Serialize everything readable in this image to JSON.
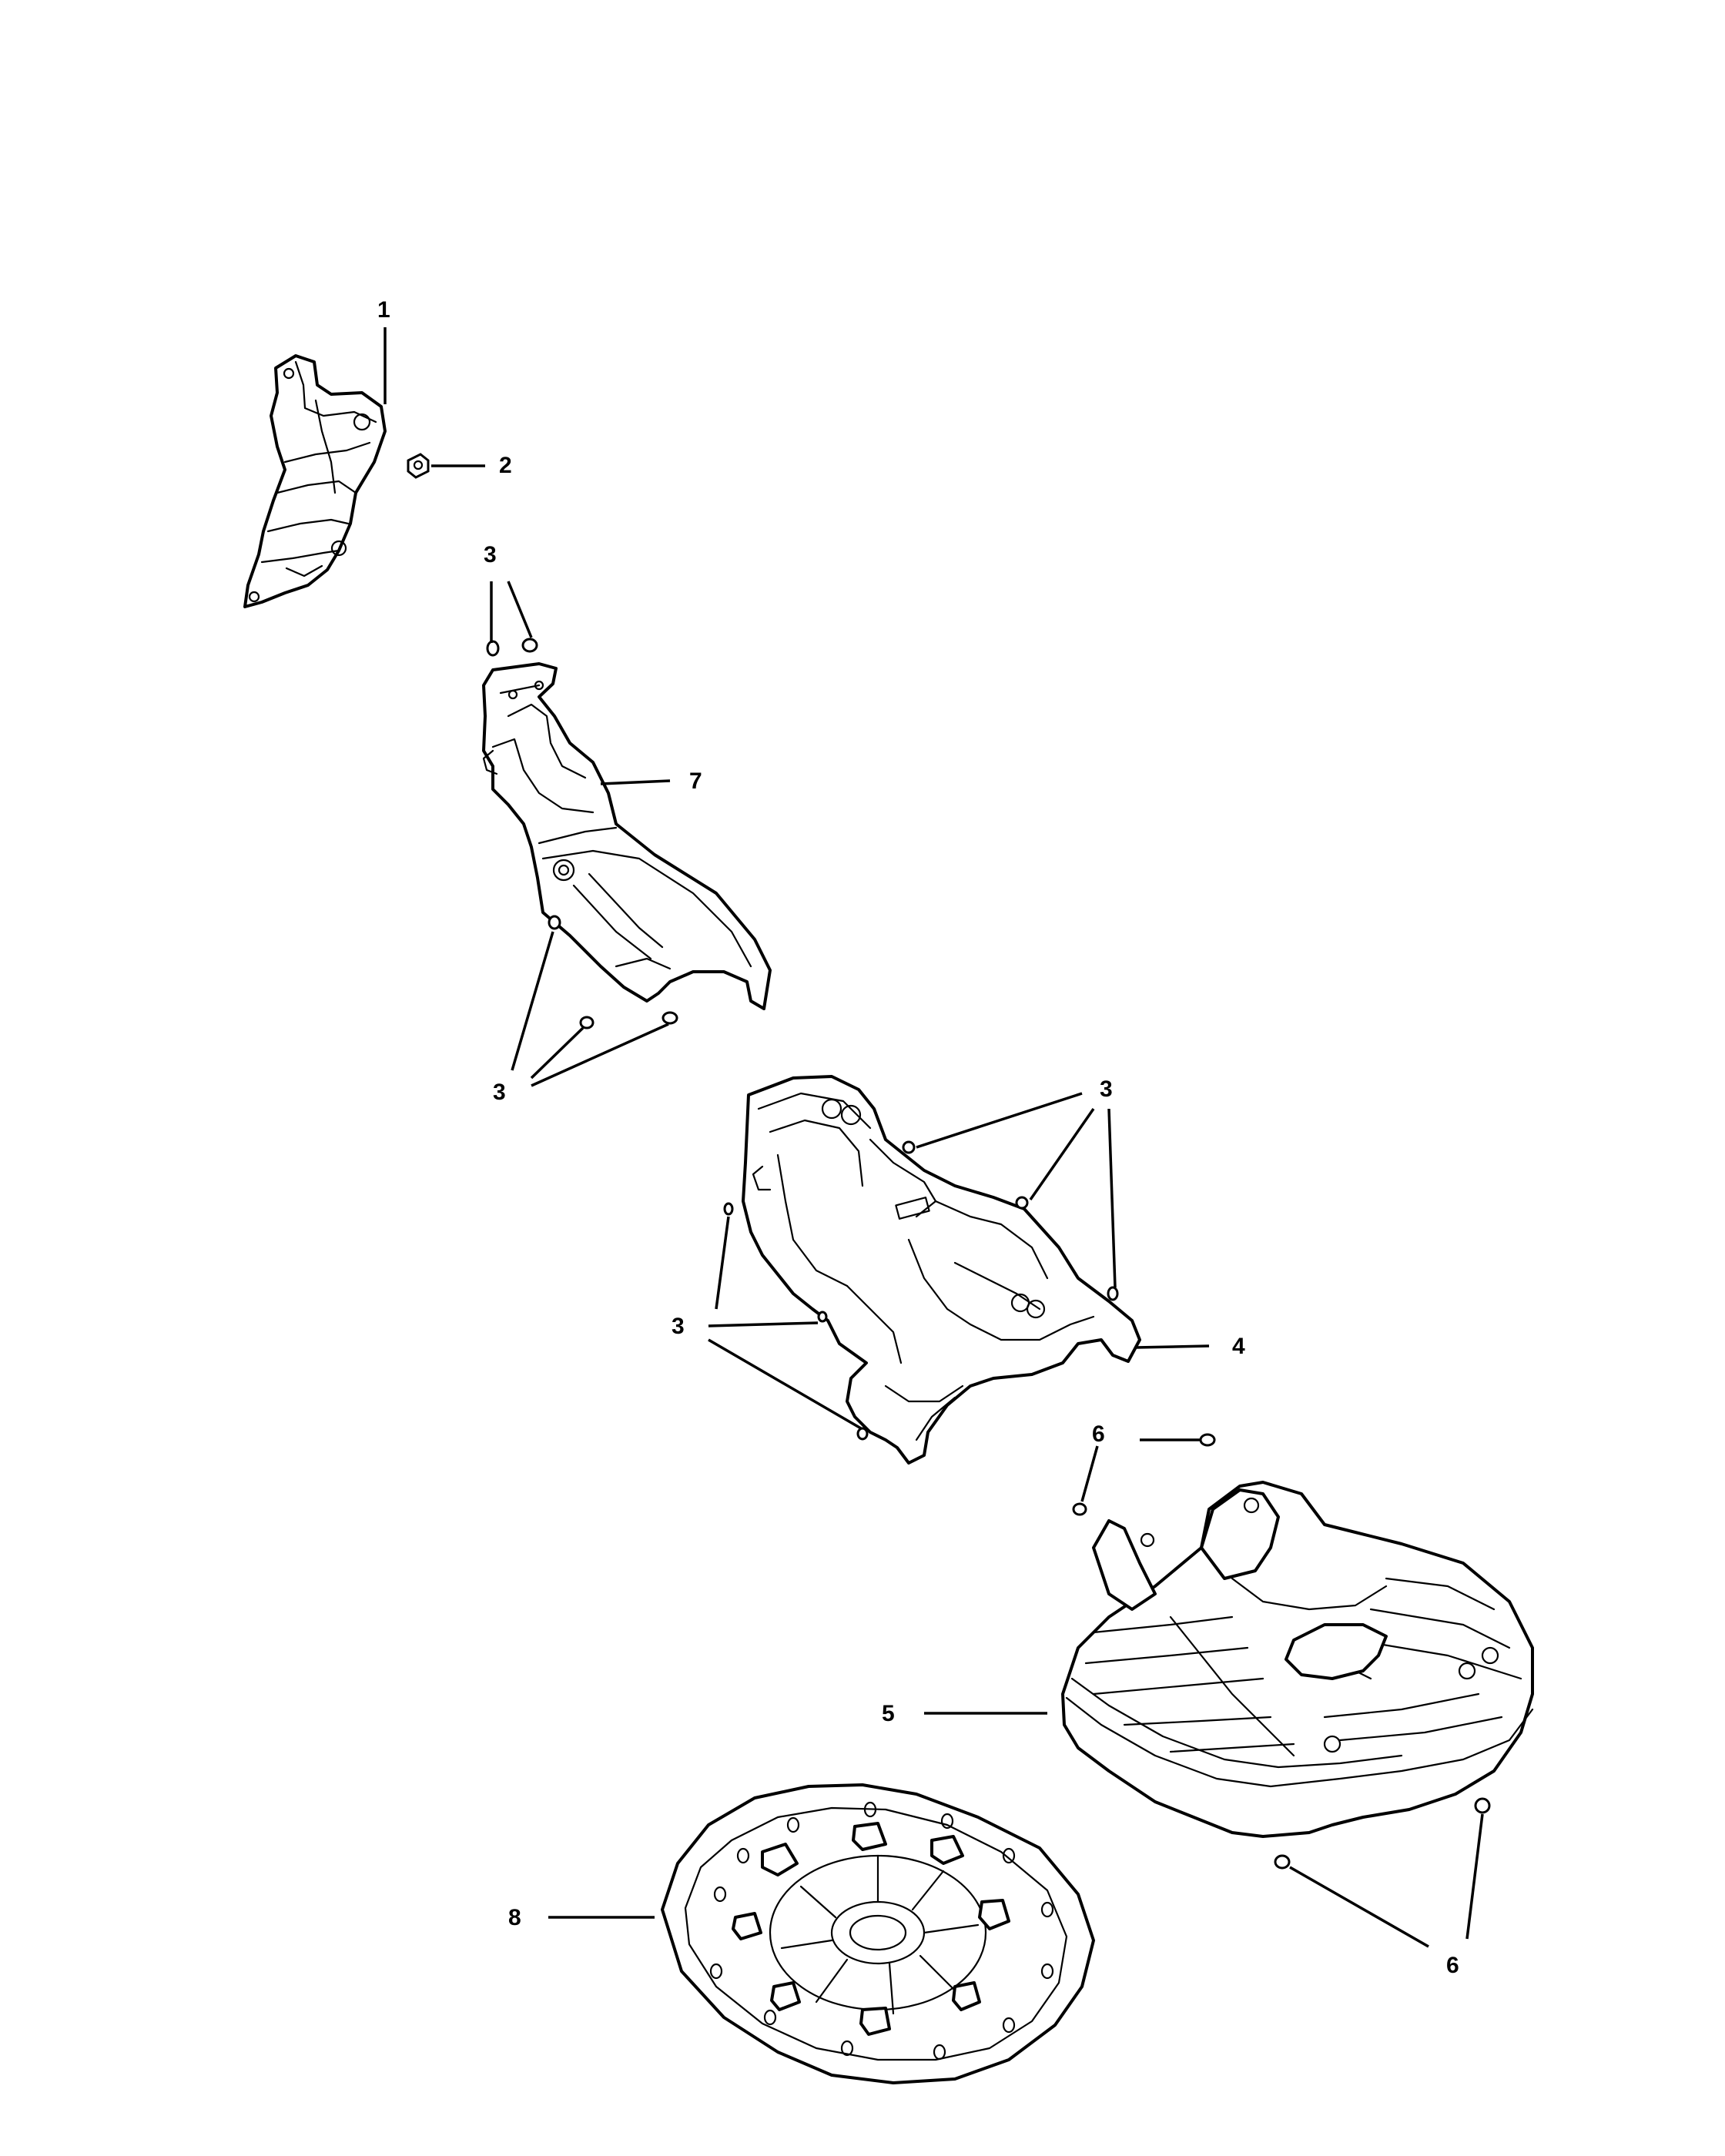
{
  "callouts": {
    "c1": "1",
    "c2": "2",
    "c3a": "3",
    "c3b": "3",
    "c3c": "3",
    "c3d": "3",
    "c4": "4",
    "c5": "5",
    "c6a": "6",
    "c6b": "6",
    "c7": "7",
    "c8": "8"
  }
}
